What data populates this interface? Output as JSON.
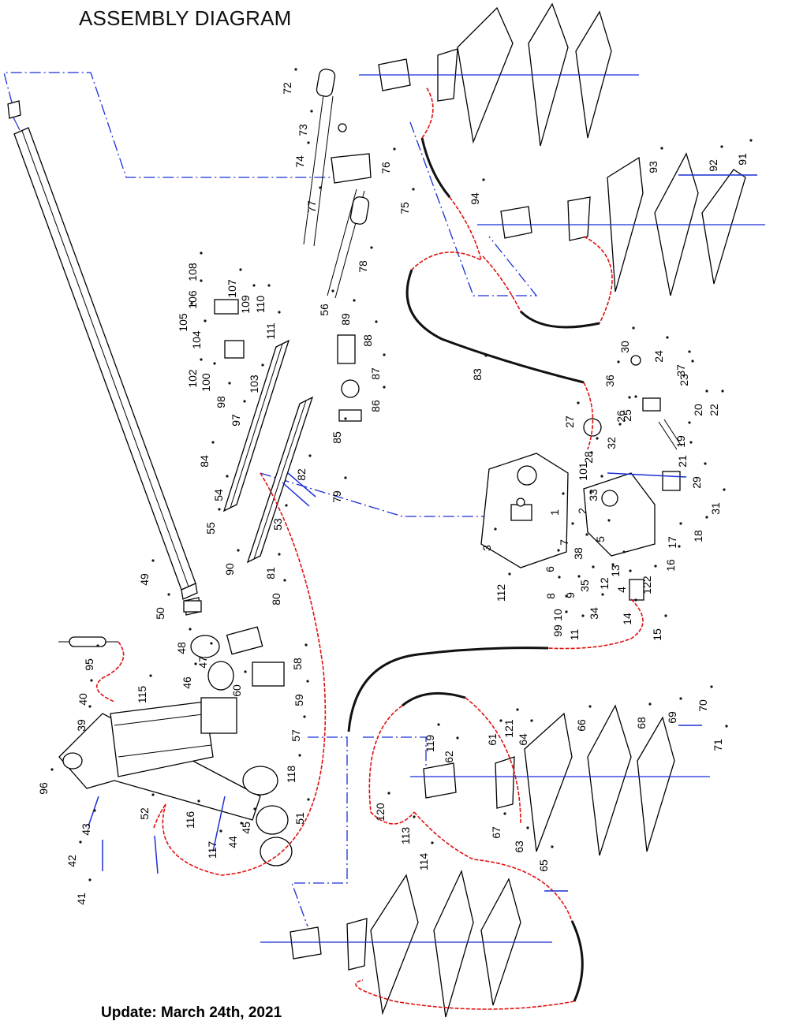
{
  "title": "ASSEMBLY DIAGRAM",
  "update_note": "Update: March 24th, 2021",
  "part_labels": [
    "1",
    "2",
    "3",
    "4",
    "5",
    "6",
    "7",
    "8",
    "9",
    "10",
    "11",
    "12",
    "13",
    "14",
    "15",
    "16",
    "17",
    "18",
    "19",
    "20",
    "21",
    "22",
    "23",
    "24",
    "25",
    "26",
    "27",
    "28",
    "29",
    "30",
    "31",
    "32",
    "33",
    "34",
    "35",
    "36",
    "37",
    "38",
    "39",
    "40",
    "41",
    "42",
    "43",
    "44",
    "45",
    "46",
    "47",
    "48",
    "49",
    "50",
    "51",
    "52",
    "53",
    "54",
    "55",
    "56",
    "57",
    "58",
    "59",
    "60",
    "61",
    "62",
    "63",
    "64",
    "65",
    "66",
    "67",
    "68",
    "69",
    "70",
    "71",
    "72",
    "73",
    "74",
    "75",
    "76",
    "77",
    "78",
    "79",
    "80",
    "81",
    "82",
    "83",
    "84",
    "85",
    "86",
    "87",
    "88",
    "89",
    "90",
    "91",
    "92",
    "93",
    "94",
    "95",
    "96",
    "97",
    "98",
    "99",
    "100",
    "101",
    "102",
    "103",
    "104",
    "105",
    "106",
    "107",
    "108",
    "109",
    "110",
    "111",
    "112",
    "113",
    "114",
    "115",
    "116",
    "117",
    "118",
    "119",
    "120",
    "121",
    "122"
  ],
  "colors": {
    "axis_lines": "#1a2fd6",
    "hoses": "#e01010",
    "outline": "#000000"
  }
}
